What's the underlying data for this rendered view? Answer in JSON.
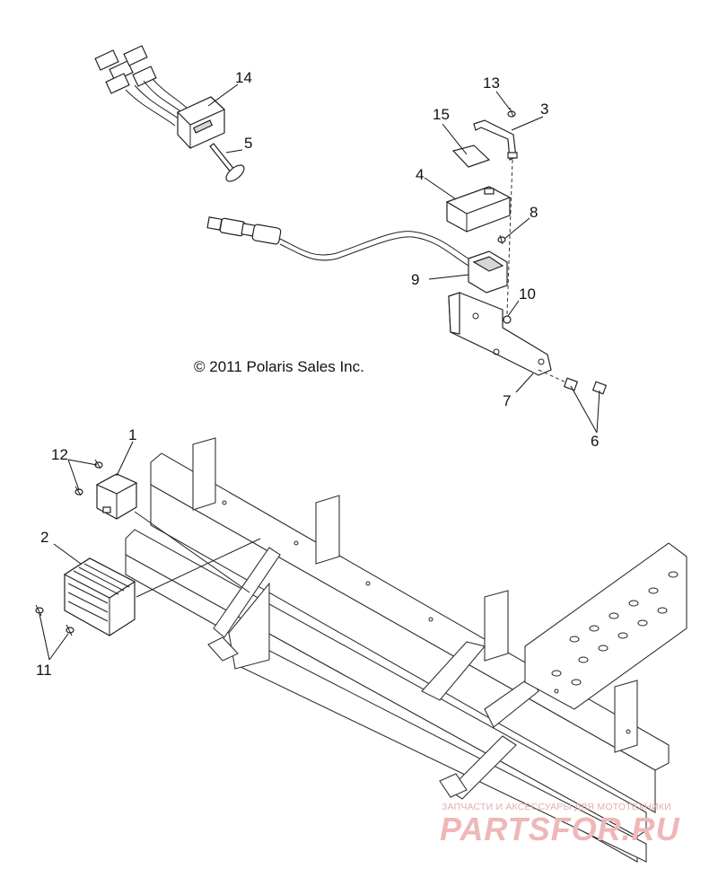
{
  "copyright": "© 2011 Polaris Sales Inc.",
  "watermark": {
    "tagline": "ЗАПЧАСТИ И АКСЕССУАРЫ ДЛЯ МОТОТЕХНИКИ",
    "logo": "PARTSFOR.RU",
    "color": "#efb7b7"
  },
  "callouts": {
    "c1": "1",
    "c2": "2",
    "c3": "3",
    "c4": "4",
    "c5": "5",
    "c6": "6",
    "c7": "7",
    "c8": "8",
    "c9": "9",
    "c10": "10",
    "c11": "11",
    "c12": "12",
    "c13": "13",
    "c14": "14",
    "c15": "15"
  }
}
